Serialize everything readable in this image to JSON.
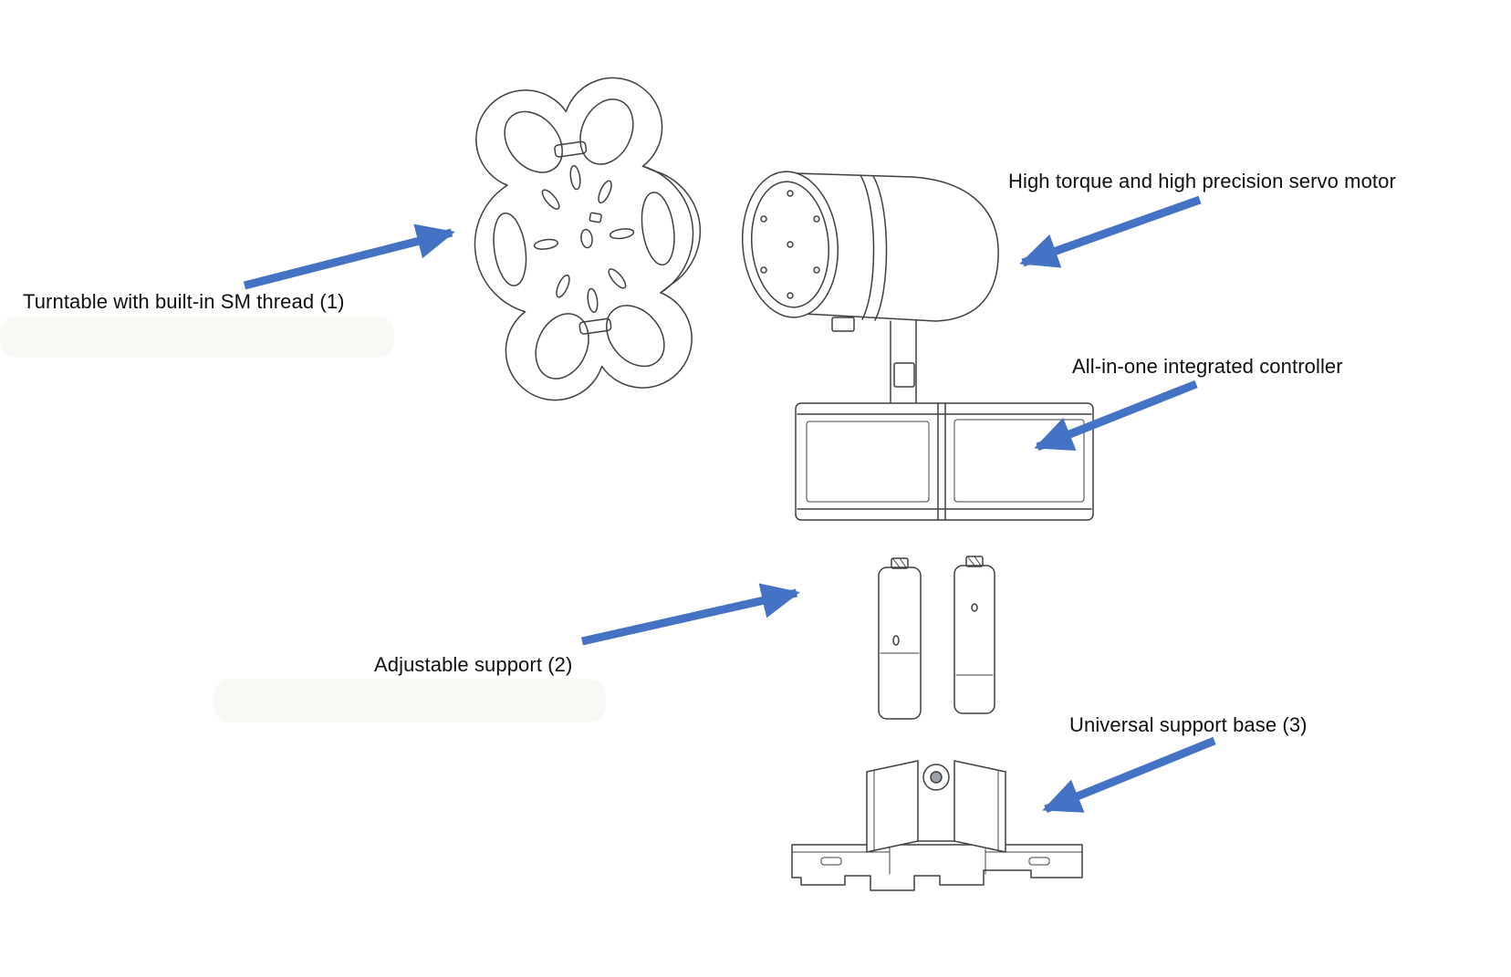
{
  "diagram": {
    "labels": {
      "turntable": "Turntable with built-in SM thread (1)",
      "servo_motor": "High torque and high precision servo motor",
      "controller": "All-in-one integrated controller",
      "adjustable_support": "Adjustable support (2)",
      "support_base": "Universal support base (3)"
    },
    "colors": {
      "arrow_blue": "#4472C4",
      "line": "#3d4045",
      "text": "#101010",
      "background": "#ffffff"
    }
  }
}
